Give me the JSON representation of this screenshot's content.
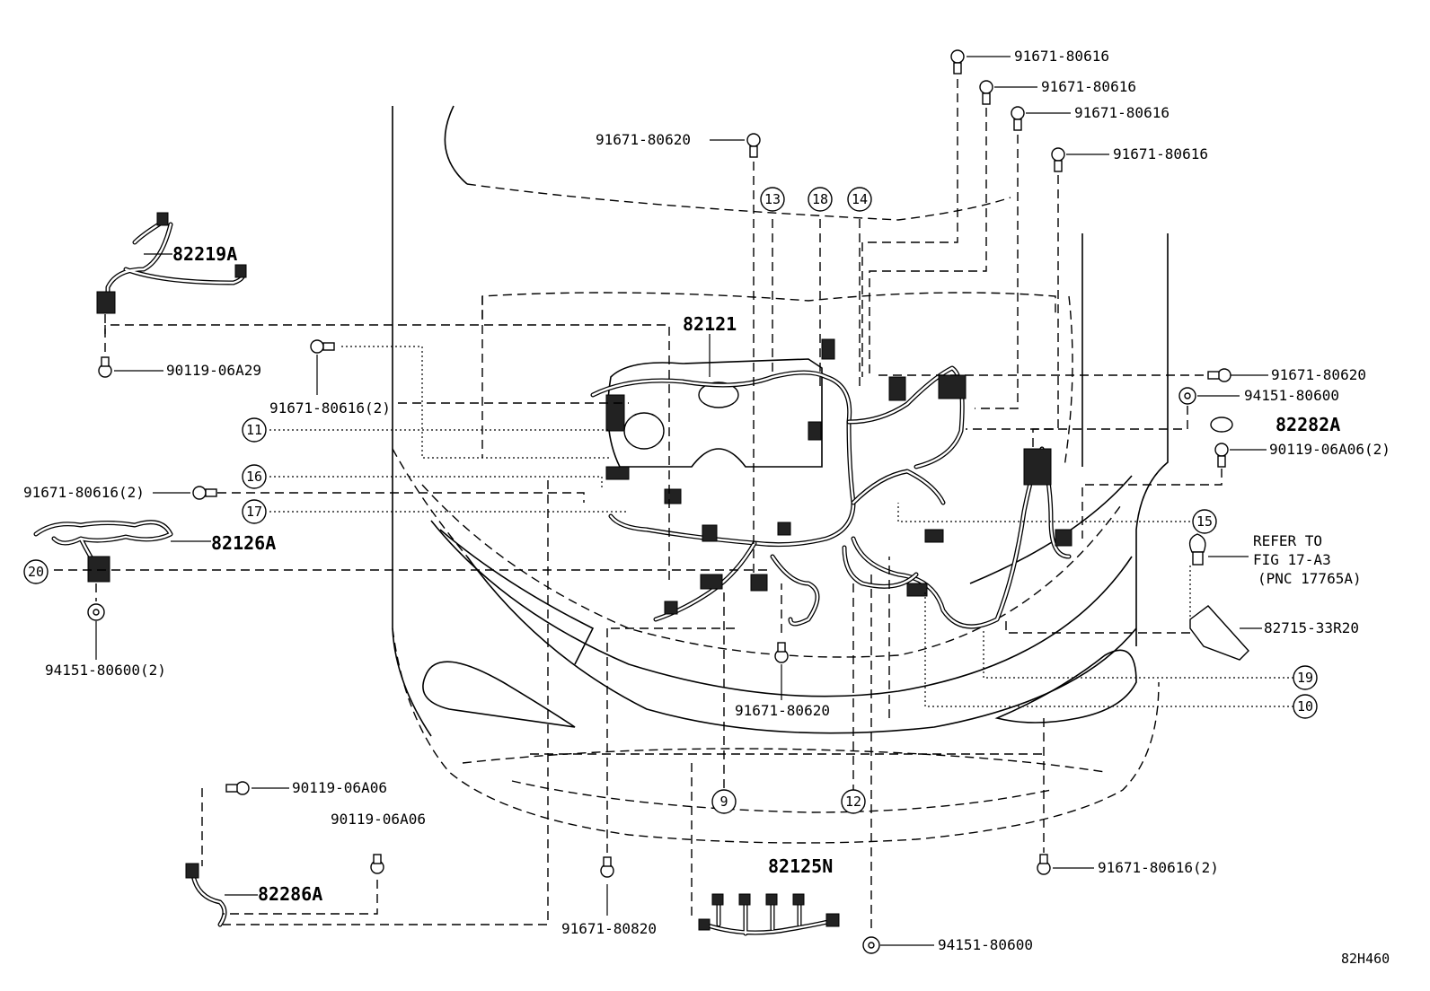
{
  "diagram_code": "82H460",
  "main_parts": {
    "engine_harness": "82121",
    "harness_a": "82219A",
    "harness_b": "82126A",
    "harness_c": "82282A",
    "harness_d": "82286A",
    "harness_e": "82125N",
    "bracket": "82715-33R20"
  },
  "fasteners": {
    "bolt_top_1": "91671-80616",
    "bolt_top_2": "91671-80616",
    "bolt_top_3": "91671-80616",
    "bolt_top_4": "91671-80616",
    "bolt_center_top": "91671-80620",
    "bolt_right_1": "91671-80620",
    "nut_right_1": "94151-80600",
    "bolt_right_2": "90119-06A06(2)",
    "bolt_left_1": "90119-06A29",
    "bolt_left_2": "91671-80616(2)",
    "bolt_left_3": "91671-80616(2)",
    "nut_left_1": "94151-80600(2)",
    "bolt_center_bottom": "91671-80620",
    "bolt_bl_1": "90119-06A06",
    "bolt_bl_2": "90119-06A06",
    "bolt_bottom_1": "91671-80820",
    "nut_bottom_1": "94151-80600",
    "bolt_bottom_right": "91671-80616(2)"
  },
  "refer_note": {
    "line1": "REFER TO",
    "line2": "FIG 17-A3",
    "line3": "(PNC 17765A)"
  },
  "callouts": {
    "c9": "9",
    "c10": "10",
    "c11": "11",
    "c12": "12",
    "c13": "13",
    "c14": "14",
    "c15": "15",
    "c16": "16",
    "c17": "17",
    "c18": "18",
    "c19": "19",
    "c20": "20"
  }
}
